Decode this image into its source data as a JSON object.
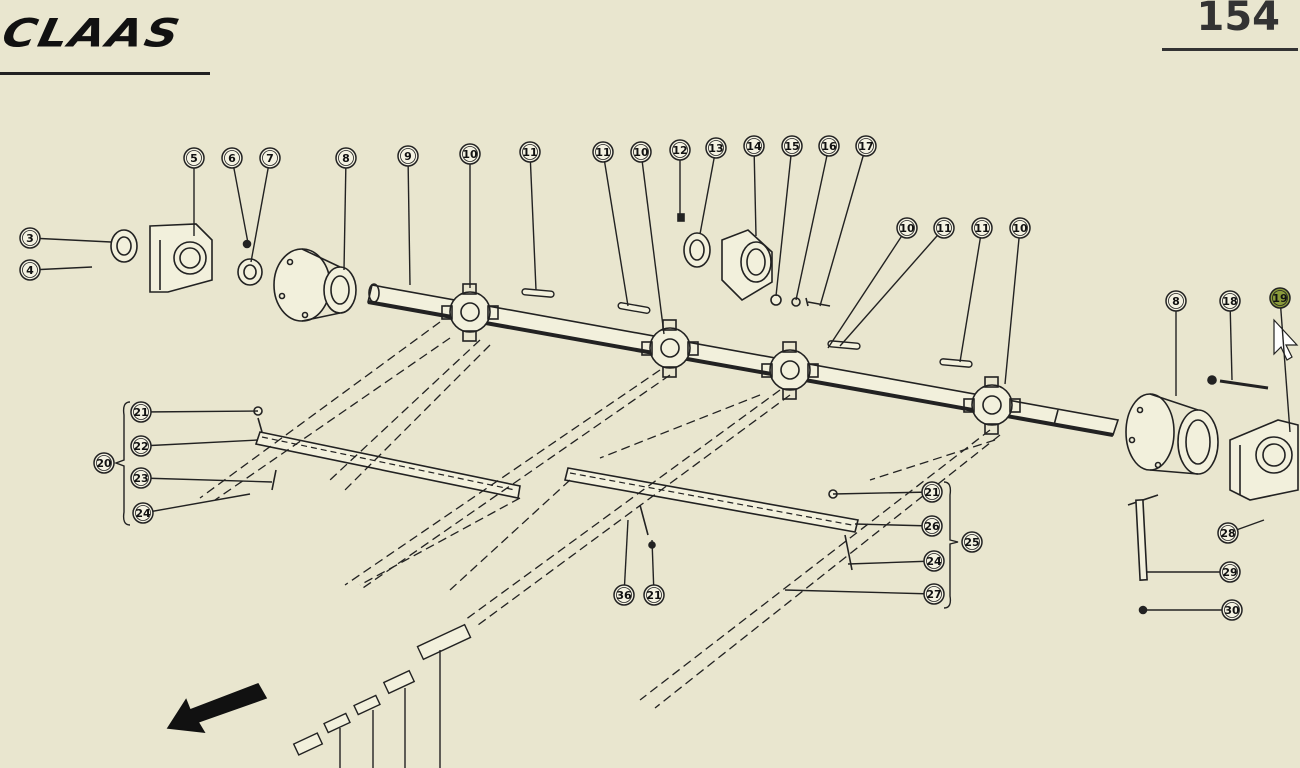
{
  "header": {
    "brand": "CLAAS",
    "page_number": "154"
  },
  "callouts": [
    "3",
    "4",
    "5",
    "6",
    "7",
    "8",
    "9",
    "10",
    "11",
    "11",
    "10",
    "12",
    "13",
    "14",
    "15",
    "16",
    "17",
    "10",
    "11",
    "11",
    "10",
    "8",
    "18",
    "19",
    "20",
    "21",
    "22",
    "23",
    "24",
    "21",
    "26",
    "24",
    "25",
    "27",
    "28",
    "29",
    "30",
    "36",
    "21"
  ]
}
